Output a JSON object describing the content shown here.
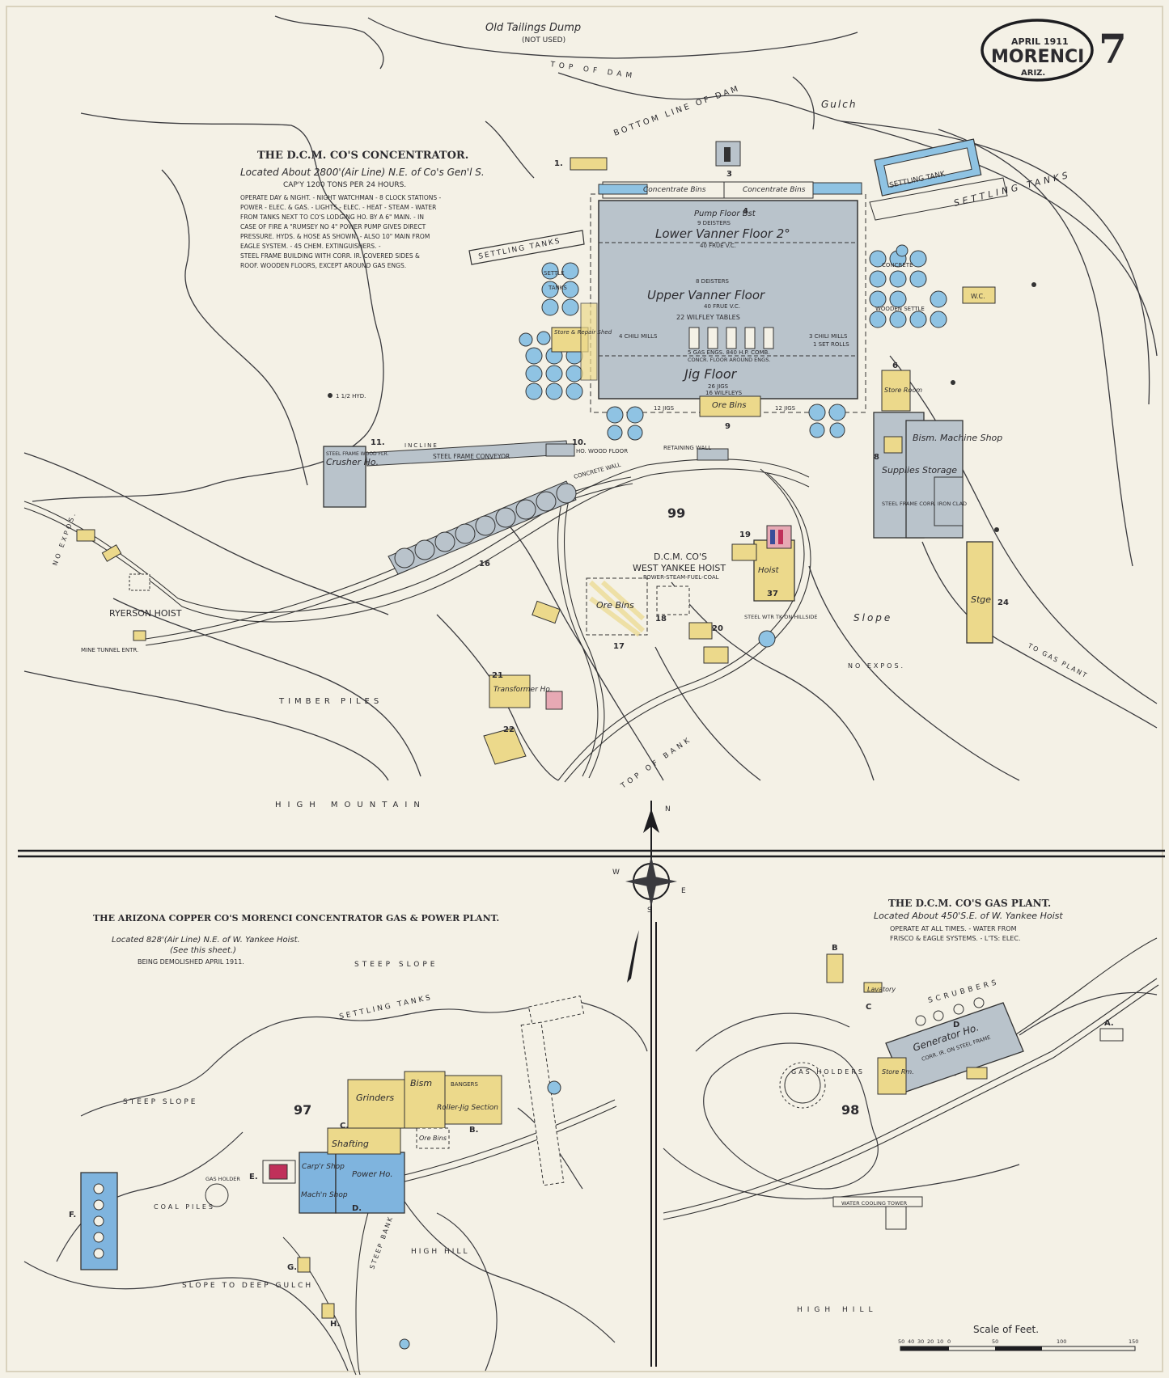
{
  "header": {
    "month_year": "APRIL 1911",
    "town": "MORENCI",
    "state": "ARIZ.",
    "sheet_number": "7"
  },
  "colors": {
    "paper": "#f4f1e6",
    "steel_frame_gray": "#b9c3cb",
    "tank_blue": "#8fc3e3",
    "frame_yellow": "#ecd98b",
    "brick_pink": "#e7a9b4",
    "stone_blue": "#7fb4de",
    "ink": "#2c2b2f"
  },
  "top_map": {
    "title": "THE D.C.M. CO'S CONCENTRATOR.",
    "location": "Located About 2800'(Air Line) N.E. of Co's Gen'l S.",
    "capacity": "CAP'Y 1200 TONS PER 24 HOURS.",
    "notes": [
      "OPERATE DAY & NIGHT. - NIGHT WATCHMAN - 8 CLOCK STATIONS -",
      "POWER - ELEC. & GAS. - LIGHTS - ELEC. - HEAT - STEAM - WATER",
      "FROM TANKS NEXT TO CO'S LODGING HO. BY A 6\" MAIN. - IN",
      "CASE OF FIRE A \"RUMSEY NO 4\" POWER PUMP GIVES DIRECT",
      "PRESSURE. HYDS. & HOSE AS SHOWN. - ALSO 10\" MAIN FROM",
      "EAGLE SYSTEM. - 45 CHEM. EXTINGUISHERS. -",
      "STEEL FRAME BUILDING WITH CORR. IR. COVERED SIDES &",
      "ROOF. WOODEN FLOORS, EXCEPT AROUND GAS ENGS."
    ],
    "labels": {
      "old_tailings": "Old Tailings Dump",
      "not_used": "(NOT USED)",
      "top_of_dam": "TOP OF DAM",
      "bottom_line": "BOTTOM LINE OF DAM",
      "gulch": "Gulch",
      "settling_tank": "SETTLING TANK",
      "settling_tanks_r": "SETTLING TANKS",
      "settling_tanks_l": "SETTLING TANKS",
      "concentrate_bins_1": "Concentrate Bins",
      "concentrate_bins_2": "Concentrate Bins",
      "pump_floor": "Pump Floor Bst",
      "pump_floor_sub": "9 DEISTERS",
      "lower_vanner": "Lower Vanner Floor 2°",
      "lower_vanner_sub": "40 FRUE V.C.",
      "upper_vanner_pre": "8 DEISTERS",
      "upper_vanner": "Upper Vanner Floor",
      "upper_vanner_sub": "40 FRUE V.C.",
      "wilfley": "22 WILFLEY TABLES",
      "chili_left": "4 CHILI MILLS",
      "chili_right": "3 CHILI MILLS",
      "set_rolls": "1 SET ROLLS",
      "gas_engs": "5 GAS ENGS. 840 H.P. COMB.",
      "conc_floor": "CONCR. FLOOR AROUND ENGS.",
      "jig_floor": "Jig Floor",
      "jigs_left": "12 JIGS",
      "jigs_right": "12 JIGS",
      "jigs_center": "26 JIGS",
      "wilfleys": "16 WILFLEYS",
      "settle": "SETTLE",
      "tanks": "TANKS",
      "store_repair": "Store & Repair Shed",
      "concrete": "CONCRETE",
      "wooden_settle": "WOODEN SETTLE",
      "wc": "W.C.",
      "hyd_left": "1 1/2 HYD.",
      "crusher": "Crusher Ho.",
      "crusher_note": "STEEL FRAME WOOD FLR.",
      "incline": "INCLINE",
      "conveyor": "STEEL FRAME CONVEYOR",
      "ho_wood_floor": "HO. WOOD FLOOR",
      "retaining_wall": "RETAINING WALL",
      "concrete_wall": "CONCRETE WALL",
      "ore_bins_top": "Ore Bins",
      "supplies_storage": "Supplies Storage",
      "bism_machine": "Bism. Machine Shop",
      "store_room": "Store Room",
      "steel_frame_corr": "STEEL FRAME CORR. IRON CLAD",
      "stge": "Stge",
      "yankee_title": "D.C.M. CO'S",
      "yankee_name": "WEST YANKEE HOIST",
      "yankee_power": "POWER-STEAM-FUEL-COAL",
      "hoist": "Hoist",
      "ore_bins_bottom": "Ore Bins",
      "steel_wtr": "STEEL WTR TK ON HILLSIDE",
      "ryerson": "RYERSON HOIST",
      "mine_tunnel": "MINE TUNNEL ENTR.",
      "timber_piles": "TIMBER PILES",
      "transformer": "Transformer Ho.",
      "high_mountain": "HIGH MOUNTAIN",
      "top_of_bank": "TOP OF BANK",
      "slope": "Slope",
      "no_expos_r": "NO EXPOS.",
      "no_expos_l": "NO EXPOS.",
      "to_gas_plant": "TO GAS PLANT",
      "block_99": "99",
      "num_1": "1.",
      "num_3": "3",
      "num_4": "4",
      "num_6": "6",
      "num_8": "8",
      "num_9": "9",
      "num_10": "10.",
      "num_11": "11.",
      "num_16": "16",
      "num_17": "17",
      "num_18": "18",
      "num_19": "19",
      "num_20": "20",
      "num_21": "21",
      "num_22": "22",
      "num_24": "24",
      "num_37": "37"
    }
  },
  "bottom_left": {
    "title": "THE ARIZONA COPPER CO'S MORENCI CONCENTRATOR GAS & POWER PLANT.",
    "location": "Located 828'(Air Line) N.E. of W. Yankee Hoist.",
    "see_sheet": "(See this sheet.)",
    "demolished": "BEING DEMOLISHED APRIL 1911.",
    "labels": {
      "steep_slope_top": "STEEP SLOPE",
      "settling_tanks": "SETTLING TANKS",
      "steep_slope_left": "STEEP SLOPE",
      "block_97": "97",
      "grinders": "Grinders",
      "bism": "Bism",
      "bangers": "BANGERS",
      "roller_section": "Roller-Jig Section",
      "shafting": "Shafting",
      "ore_bins": "Ore Bins",
      "carp_shop": "Carp'r Shop",
      "power_ho": "Power Ho.",
      "mach_shop": "Mach'n Shop",
      "gas_holder": "GAS HOLDER",
      "coal_piles": "COAL PILES",
      "slope_gulch": "SLOPE TO DEEP GULCH",
      "high_hill": "HIGH HILL",
      "steep_bank": "STEEP BANK",
      "letter_b": "B.",
      "letter_c": "C.",
      "letter_d": "D.",
      "letter_e": "E.",
      "letter_f": "F.",
      "letter_g": "G.",
      "letter_h": "H."
    }
  },
  "bottom_right": {
    "title": "THE D.C.M. CO'S GAS PLANT.",
    "location": "Located About 450'S.E. of W. Yankee Hoist",
    "notes": [
      "OPERATE AT ALL TIMES. - WATER FROM",
      "FRISCO & EAGLE SYSTEMS. - L'TS: ELEC."
    ],
    "labels": {
      "scrubbers": "SCRUBBERS",
      "generator": "Generator Ho.",
      "generator_sub": "CORR. IR. ON STEEL FRAME",
      "store_rm": "Store Rm.",
      "gas_holders": "GAS HOLDERS",
      "block_98": "98",
      "water_cooling": "WATER COOLING TOWER",
      "high_hill": "HIGH HILL",
      "lavatory": "Lavatory",
      "letter_a": "A.",
      "letter_b": "B",
      "letter_c": "C",
      "letter_d": "D"
    }
  },
  "compass": {
    "n": "N",
    "s": "S",
    "e": "E",
    "w": "W"
  },
  "scale": {
    "title": "Scale of Feet.",
    "ticks": [
      "50",
      "40",
      "30",
      "20",
      "10",
      "0",
      "50",
      "100",
      "150"
    ]
  }
}
